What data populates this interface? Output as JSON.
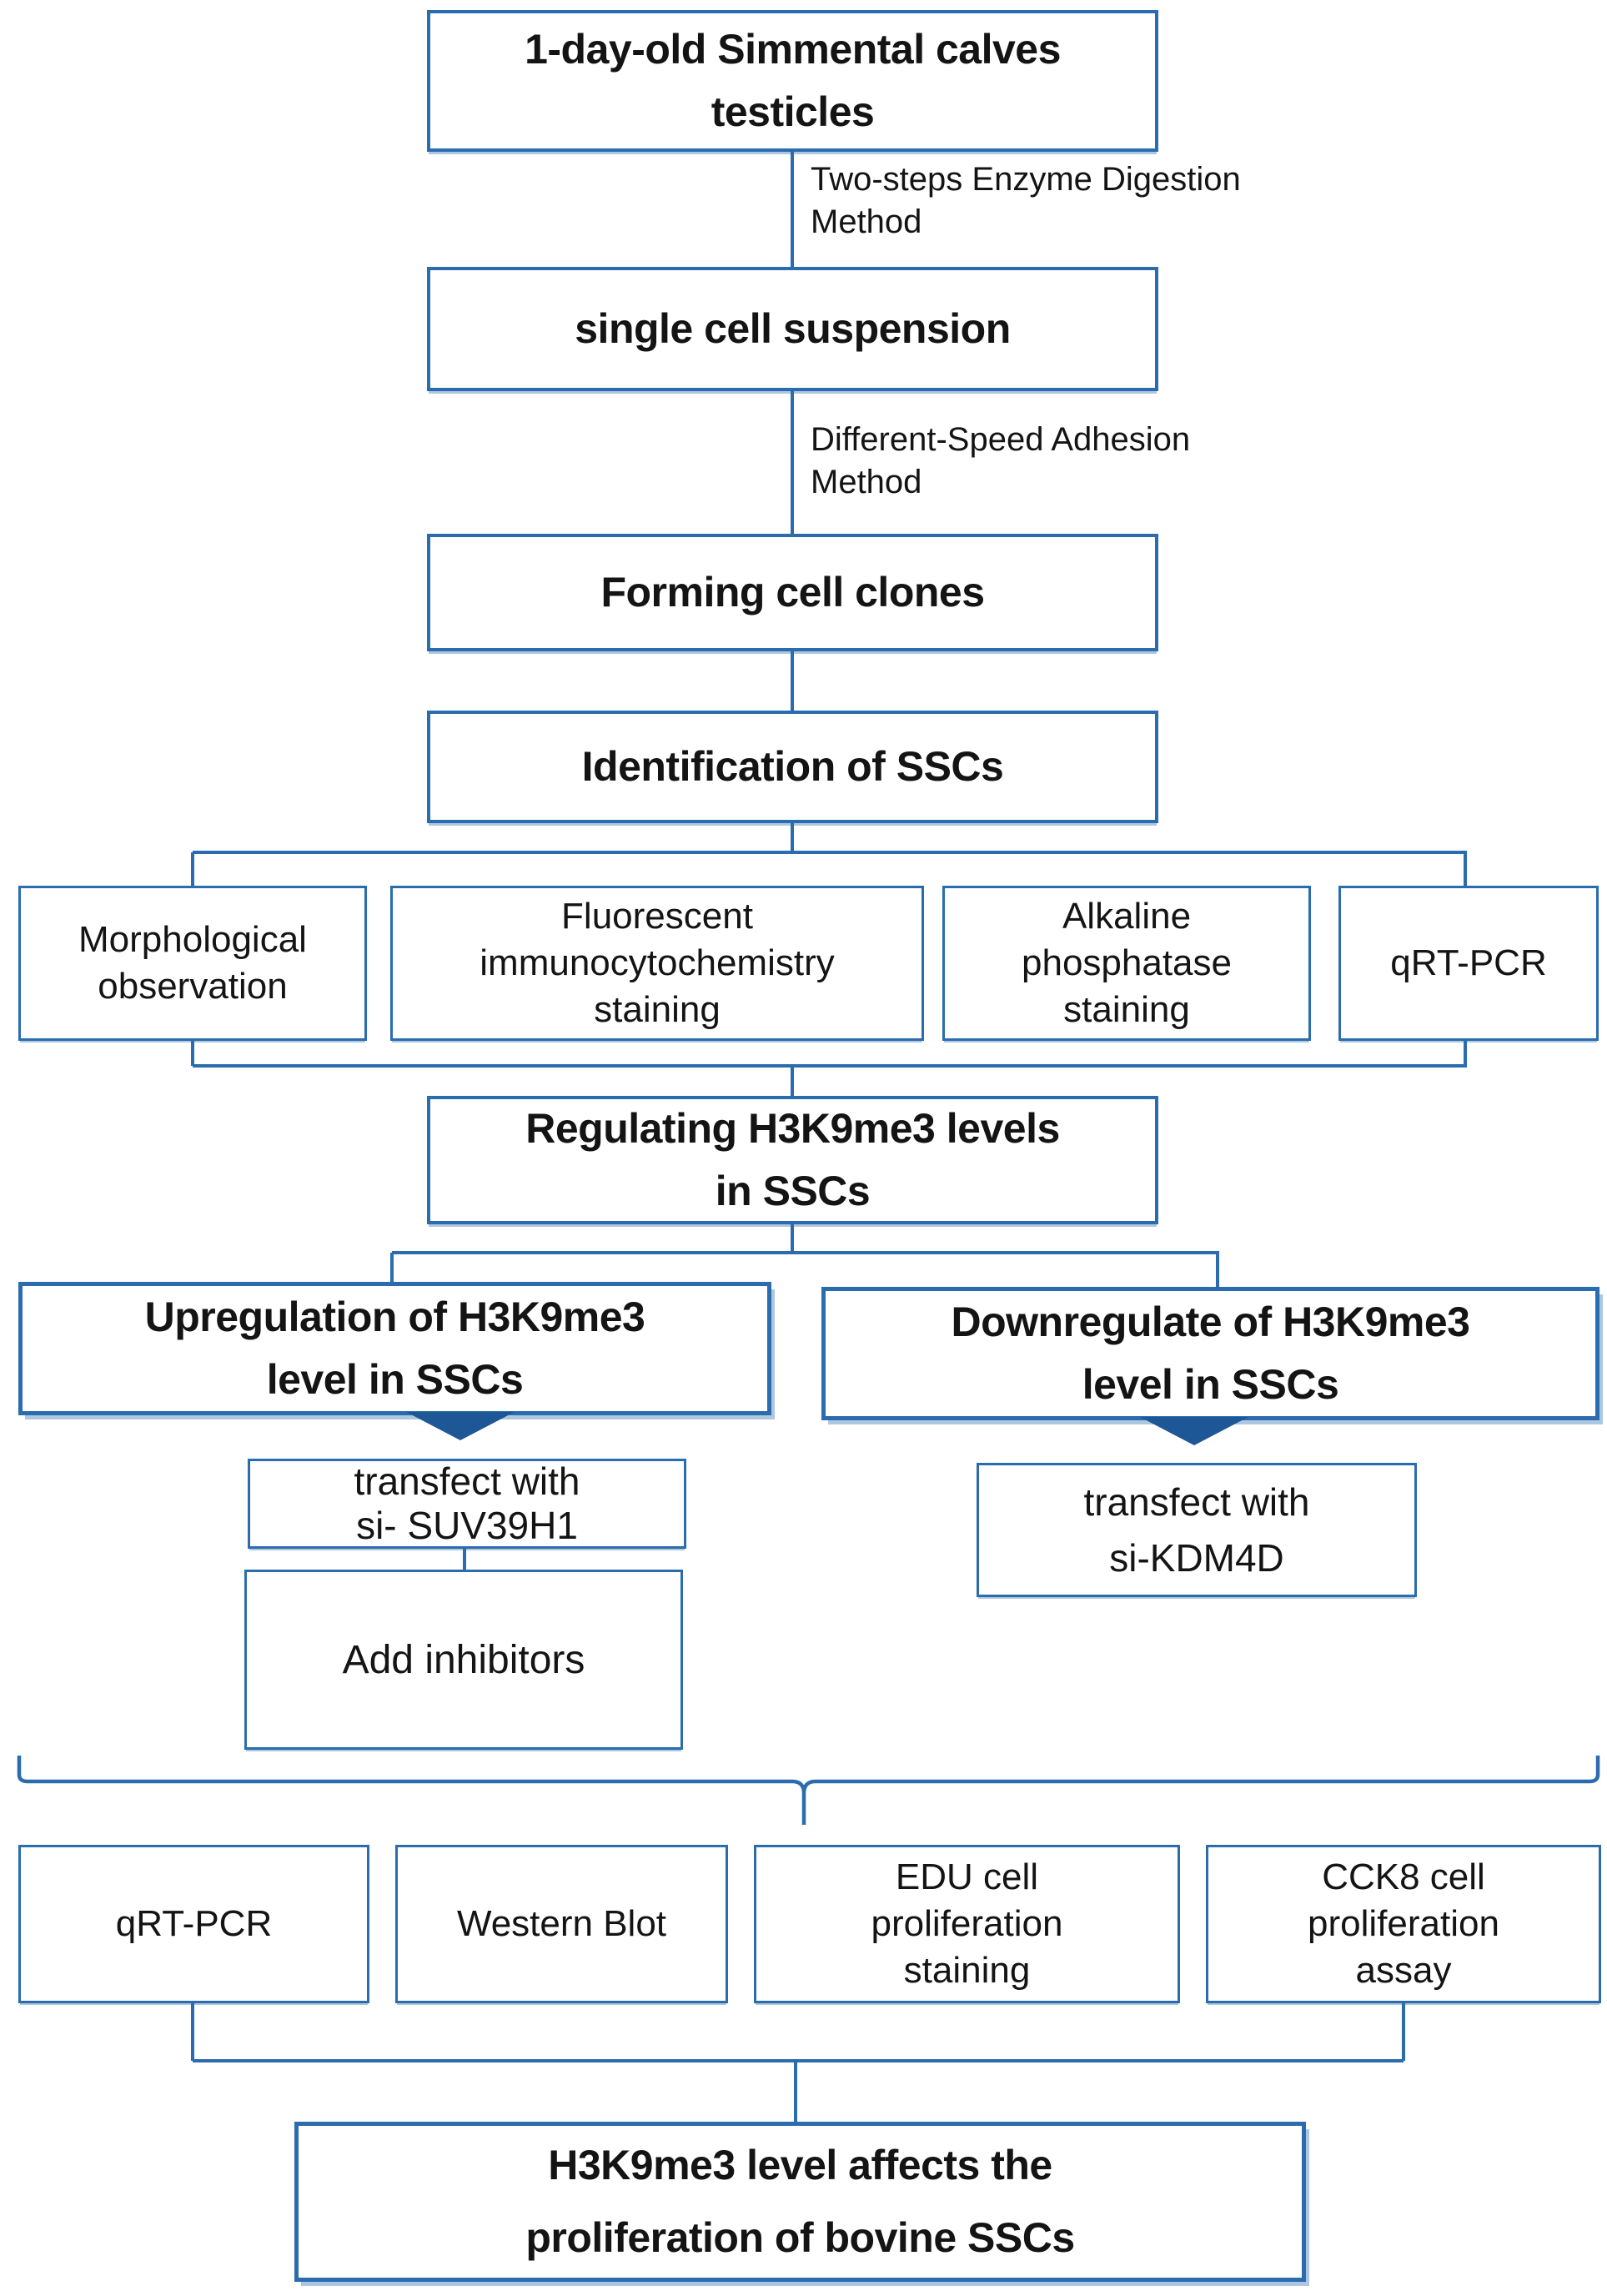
{
  "colors": {
    "box_border": "#2A6CAE",
    "arrow_fill": "#1D5795",
    "shadow": "rgba(42,108,174,0.38)",
    "text": "#141414",
    "background": "#FFFFFF"
  },
  "flowchart": {
    "nodes": {
      "source": "1-day-old Simmental calves\ntesticles",
      "suspension": "single cell suspension",
      "clones": "Forming cell clones",
      "identification": "Identification of SSCs",
      "id_methods": [
        "Morphological\nobservation",
        "Fluorescent\nimmunocytochemistry\nstaining",
        "Alkaline\nphosphatase\nstaining",
        "qRT-PCR"
      ],
      "regulating": "Regulating H3K9me3 levels\nin SSCs",
      "upregulation": "Upregulation of H3K9me3\nlevel in SSCs",
      "downregulation": "Downregulate of H3K9me3\nlevel in SSCs",
      "transfect_up": "transfect with\nsi- SUV39H1",
      "transfect_down": "transfect with\nsi-KDM4D",
      "inhibitors": "Add inhibitors",
      "assays": [
        "qRT-PCR",
        "Western Blot",
        "EDU cell\nproliferation\nstaining",
        "CCK8 cell\nproliferation\nassay"
      ],
      "conclusion": "H3K9me3 level affects the\nproliferation of bovine SSCs"
    },
    "edge_labels": {
      "enzyme_digestion": "Two-steps Enzyme Digestion\nMethod",
      "adhesion": "Different-Speed Adhesion\nMethod"
    }
  }
}
